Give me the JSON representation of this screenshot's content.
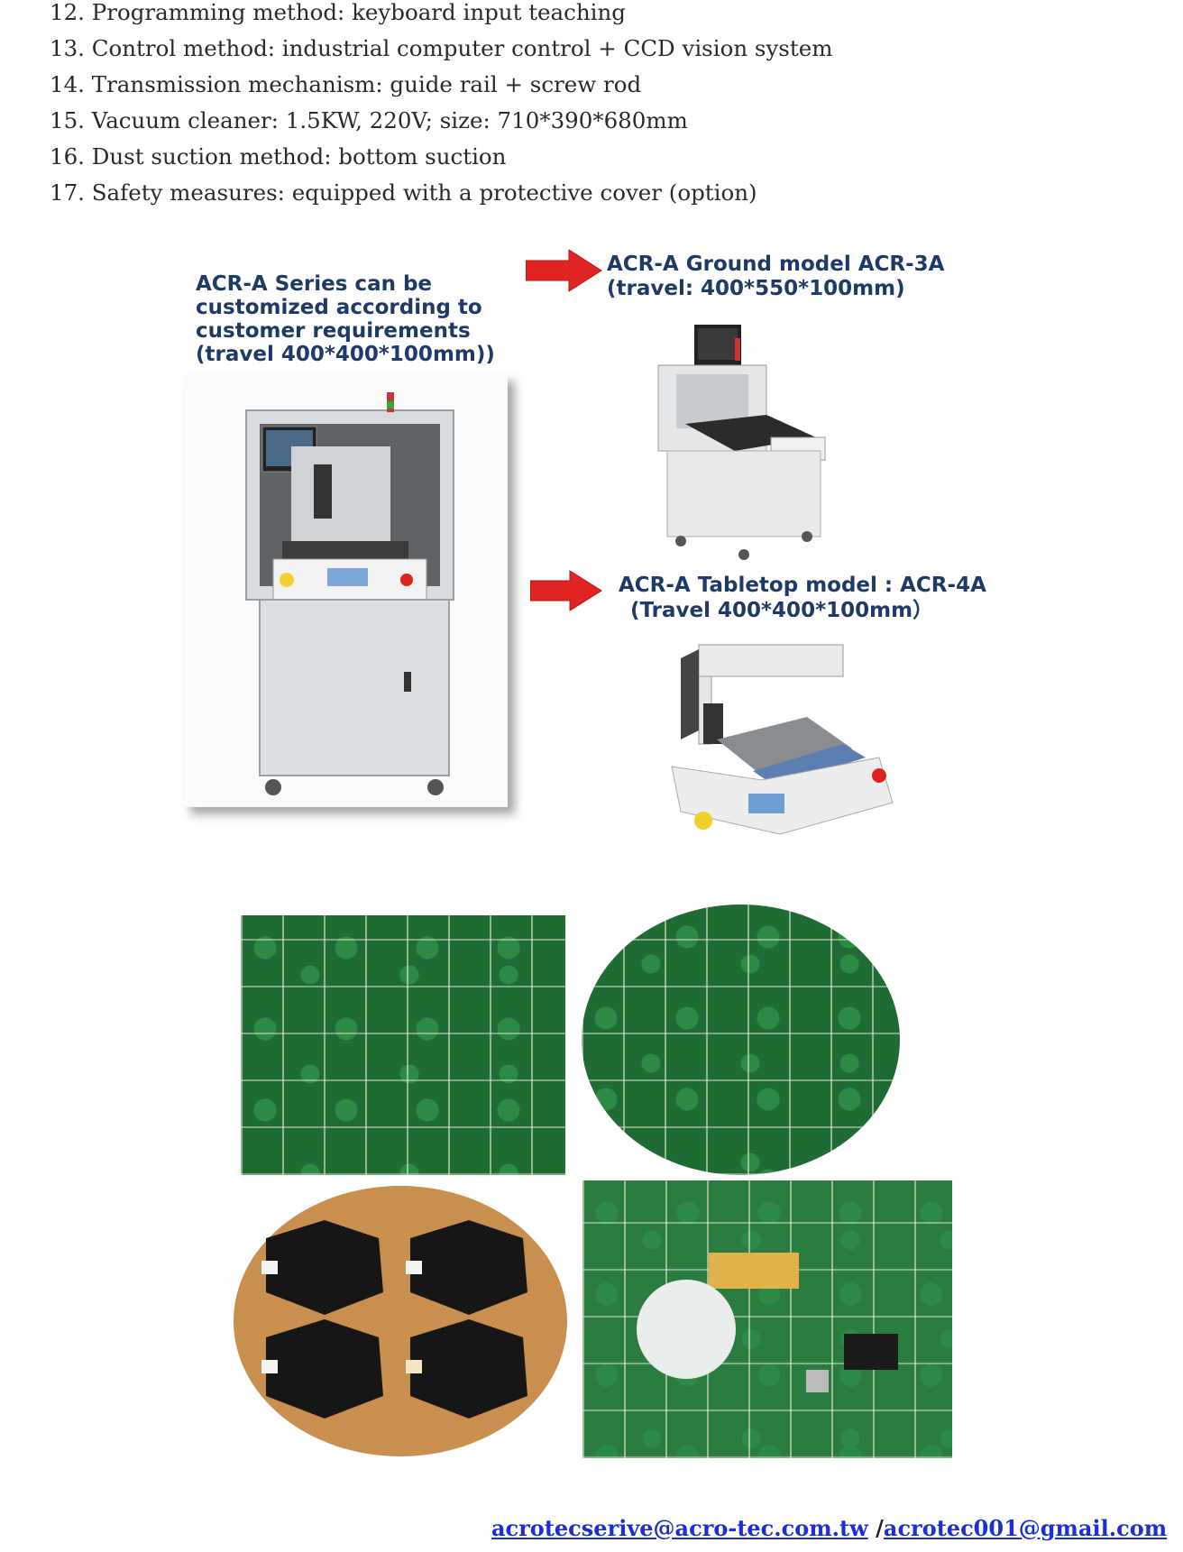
{
  "specs": [
    "12. Programming method: keyboard input teaching",
    "13. Control method: industrial computer control + CCD vision system",
    "14. Transmission mechanism: guide rail + screw rod",
    "15. Vacuum cleaner: 1.5KW, 220V; size: 710*390*680mm",
    "16. Dust suction method: bottom suction",
    "17. Safety measures: equipped with a protective cover (option)"
  ],
  "captions": {
    "series": [
      "ACR-A Series can be",
      "customized according to",
      "customer requirements",
      "(travel 400*400*100mm))"
    ],
    "ground": [
      "ACR-A Ground model ACR-3A",
      "(travel: 400*550*100mm)"
    ],
    "tabletop": [
      "ACR-A Tabletop model : ACR-4A",
      "(Travel 400*400*100mm）"
    ]
  },
  "colors": {
    "caption": "#1f3a66",
    "arrow": "#e02424",
    "link": "#1a2fd6",
    "pcb_green": "#1f6b34"
  },
  "footer": {
    "email1": "acrotecserive@acro-tec.com.tw",
    "separator": " /",
    "email2": "acrotec001@gmail.com"
  }
}
